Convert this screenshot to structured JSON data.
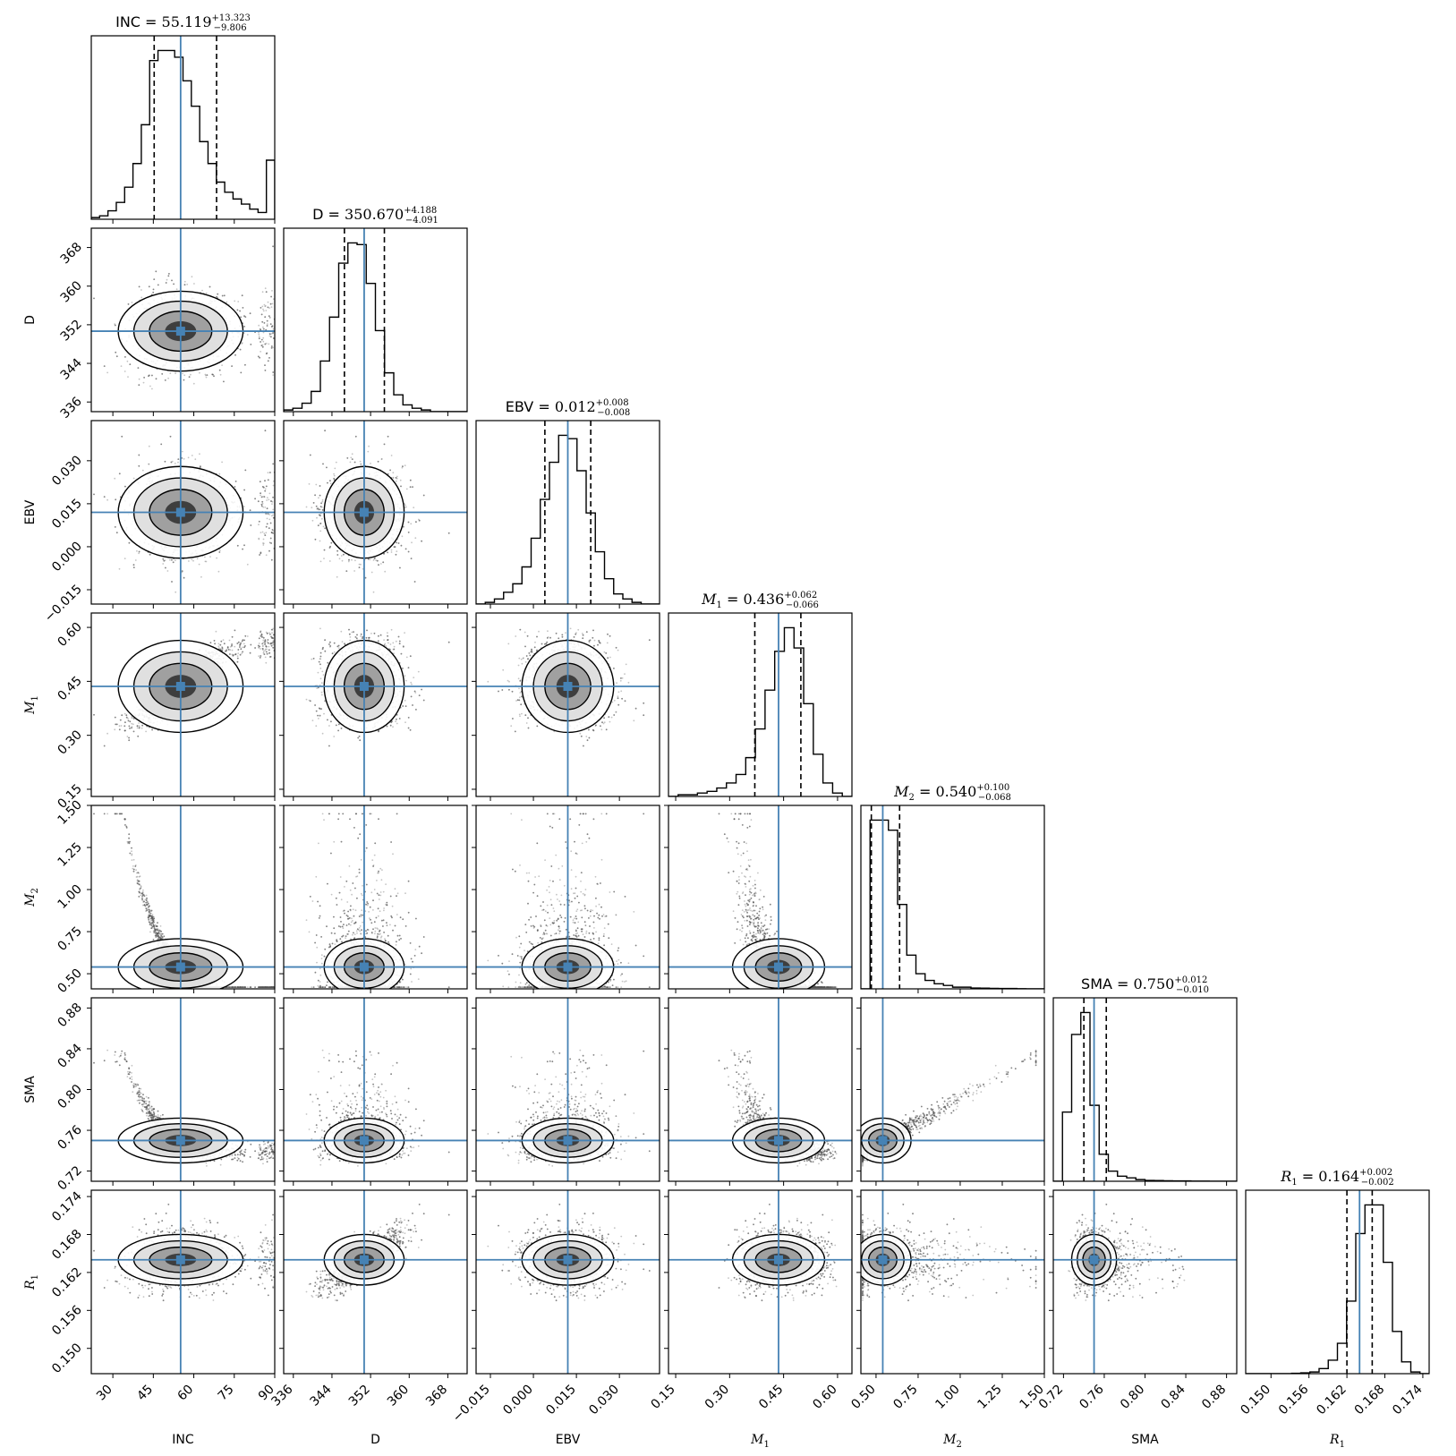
{
  "chart_data": {
    "type": "corner",
    "colors": {
      "truth": "#4682b4",
      "hist": "#000000",
      "quantile": "#000000",
      "scatter": "#555555"
    },
    "parameters": [
      {
        "name": "INC",
        "label": "INC",
        "math": false,
        "median": 55.119,
        "upper": 13.323,
        "lower": 9.806,
        "title": {
          "prefix": "INC = ",
          "value": "55.119",
          "sup": "+13.323",
          "sub": "−9.806"
        },
        "range": [
          22,
          90
        ],
        "ticks": [
          "30",
          "45",
          "60",
          "75",
          "90"
        ],
        "tick_values": [
          30,
          45,
          60,
          75,
          90
        ]
      },
      {
        "name": "D",
        "label": "D",
        "math": false,
        "median": 350.67,
        "upper": 4.188,
        "lower": 4.091,
        "title": {
          "prefix": "D = ",
          "value": "350.670",
          "sup": "+4.188",
          "sub": "−4.091"
        },
        "range": [
          334,
          372
        ],
        "ticks": [
          "336",
          "344",
          "352",
          "360",
          "368"
        ],
        "tick_values": [
          336,
          344,
          352,
          360,
          368
        ]
      },
      {
        "name": "EBV",
        "label": "EBV",
        "math": false,
        "median": 0.012,
        "upper": 0.008,
        "lower": 0.008,
        "title": {
          "prefix": "EBV = ",
          "value": "0.012",
          "sup": "+0.008",
          "sub": "−0.008"
        },
        "range": [
          -0.02,
          0.044
        ],
        "ticks": [
          "−0.015",
          "0.000",
          "0.015",
          "0.030"
        ],
        "tick_values": [
          -0.015,
          0.0,
          0.015,
          0.03
        ]
      },
      {
        "name": "M1",
        "label": "M",
        "label_sub": "1",
        "math": true,
        "median": 0.436,
        "upper": 0.062,
        "lower": 0.066,
        "title": {
          "prefix": "M",
          "prefix_sub": "1",
          "eq": " = ",
          "value": "0.436",
          "sup": "+0.062",
          "sub": "−0.066"
        },
        "range": [
          0.13,
          0.64
        ],
        "ticks": [
          "0.15",
          "0.30",
          "0.45",
          "0.60"
        ],
        "tick_values": [
          0.15,
          0.3,
          0.45,
          0.6
        ]
      },
      {
        "name": "M2",
        "label": "M",
        "label_sub": "2",
        "math": true,
        "median": 0.54,
        "upper": 0.1,
        "lower": 0.068,
        "title": {
          "prefix": "M",
          "prefix_sub": "2",
          "eq": " = ",
          "value": "0.540",
          "sup": "+0.100",
          "sub": "−0.068"
        },
        "range": [
          0.41,
          1.5
        ],
        "ticks": [
          "0.50",
          "0.75",
          "1.00",
          "1.25",
          "1.50"
        ],
        "tick_values": [
          0.5,
          0.75,
          1.0,
          1.25,
          1.5
        ]
      },
      {
        "name": "SMA",
        "label": "SMA",
        "math": false,
        "median": 0.75,
        "upper": 0.012,
        "lower": 0.01,
        "title": {
          "prefix": "SMA = ",
          "value": "0.750",
          "sup": "+0.012",
          "sub": "−0.010"
        },
        "range": [
          0.71,
          0.89
        ],
        "ticks": [
          "0.72",
          "0.76",
          "0.80",
          "0.84",
          "0.88"
        ],
        "tick_values": [
          0.72,
          0.76,
          0.8,
          0.84,
          0.88
        ]
      },
      {
        "name": "R1",
        "label": "R",
        "label_sub": "1",
        "math": true,
        "median": 0.164,
        "upper": 0.002,
        "lower": 0.002,
        "title": {
          "prefix": "R",
          "prefix_sub": "1",
          "eq": " = ",
          "value": "0.164",
          "sup": "+0.002",
          "sub": "−0.002"
        },
        "range": [
          0.146,
          0.175
        ],
        "ticks": [
          "0.150",
          "0.156",
          "0.162",
          "0.168",
          "0.174"
        ],
        "tick_values": [
          0.15,
          0.156,
          0.162,
          0.168,
          0.174
        ]
      }
    ],
    "histograms": [
      {
        "param": "INC",
        "counts": [
          0.01,
          0.02,
          0.05,
          0.1,
          0.19,
          0.33,
          0.56,
          0.94,
          1.0,
          1.0,
          0.96,
          0.82,
          0.67,
          0.46,
          0.33,
          0.22,
          0.16,
          0.12,
          0.09,
          0.06,
          0.04,
          0.35
        ]
      },
      {
        "param": "D",
        "counts": [
          0.01,
          0.02,
          0.05,
          0.12,
          0.3,
          0.56,
          0.88,
          1.0,
          0.99,
          0.76,
          0.48,
          0.23,
          0.1,
          0.04,
          0.02,
          0.01,
          0.0,
          0.0,
          0.0,
          0.0
        ]
      },
      {
        "param": "EBV",
        "counts": [
          0.0,
          0.01,
          0.03,
          0.07,
          0.12,
          0.22,
          0.39,
          0.62,
          0.84,
          1.0,
          0.98,
          0.79,
          0.54,
          0.31,
          0.15,
          0.06,
          0.03,
          0.01,
          0.0,
          0.0
        ]
      },
      {
        "param": "M1",
        "counts": [
          0.0,
          0.01,
          0.01,
          0.02,
          0.03,
          0.05,
          0.08,
          0.13,
          0.23,
          0.4,
          0.63,
          0.86,
          1.0,
          0.88,
          0.55,
          0.25,
          0.08,
          0.02,
          0.0
        ]
      },
      {
        "param": "M2",
        "counts": [
          0.0,
          1.0,
          1.0,
          0.94,
          0.5,
          0.2,
          0.09,
          0.05,
          0.03,
          0.02,
          0.01,
          0.01,
          0.005,
          0.004,
          0.003,
          0.002,
          0.002,
          0.001,
          0.0,
          0.0
        ]
      },
      {
        "param": "SMA",
        "counts": [
          0.0,
          0.41,
          0.87,
          1.0,
          0.45,
          0.16,
          0.06,
          0.03,
          0.02,
          0.01,
          0.005,
          0.004,
          0.003,
          0.002,
          0.002,
          0.001,
          0.001,
          0.0,
          0.0,
          0.0
        ]
      },
      {
        "param": "R1",
        "counts": [
          0.0,
          0.0,
          0.0,
          0.0,
          0.0,
          0.002,
          0.005,
          0.01,
          0.03,
          0.08,
          0.18,
          0.43,
          0.83,
          1.0,
          1.0,
          0.66,
          0.25,
          0.07,
          0.01,
          0.0
        ]
      }
    ]
  }
}
